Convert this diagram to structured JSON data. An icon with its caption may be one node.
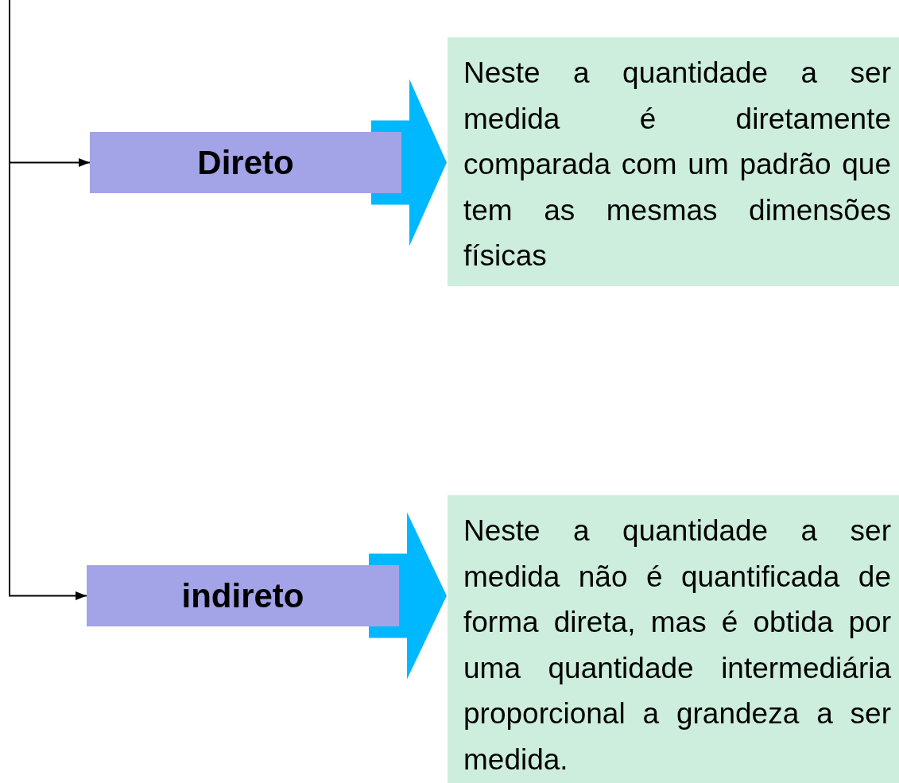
{
  "diagram": {
    "nodes": [
      {
        "text": [
          "Direto"
        ]
      },
      {
        "text": [
          "Neste a quantidade a ser medida é diretamente comparada com um padrão que tem as mesmas dimensões físicas"
        ]
      },
      {
        "text": [
          "indireto"
        ]
      },
      {
        "text": [
          "Neste a quantidade a ser medida não é quantificada de forma direta, mas é obtida por uma quantidade intermediária proporcional a grandeza a ser medida."
        ]
      }
    ],
    "edges": [
      {
        "from": null,
        "to": 0,
        "arrow": "to"
      },
      {
        "from": null,
        "to": 2,
        "arrow": "to"
      },
      {
        "from": 0,
        "to": 1,
        "arrow": "to",
        "style": "thick",
        "color": "#00b8ff"
      },
      {
        "from": 2,
        "to": 3,
        "arrow": "to",
        "style": "thick",
        "color": "#00b8ff"
      }
    ]
  }
}
